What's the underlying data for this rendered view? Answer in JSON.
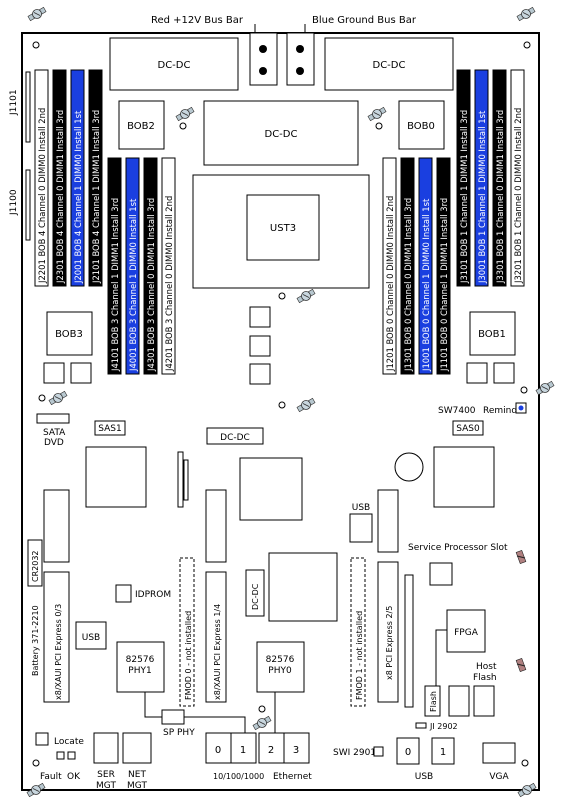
{
  "top": {
    "red_bus_bar": "Red +12V Bus Bar",
    "blue_bus_bar": "Blue Ground Bus Bar"
  },
  "dcdc": "DC-DC",
  "bobs": {
    "bob0": "BOB0",
    "bob1": "BOB1",
    "bob2": "BOB2",
    "bob3": "BOB3"
  },
  "cpu": "UST3",
  "jumpers_left": {
    "j1101": "J1101",
    "j1100": "J1100"
  },
  "dimm_left_outer": [
    {
      "id": "J2201",
      "text": "BOB 4   Channel 0   DIMM0 Install 2nd",
      "style": "white"
    },
    {
      "id": "J2301",
      "text": "BOB 4   Channel 0   DIMM1 Install 3rd",
      "style": "black"
    },
    {
      "id": "J2001",
      "text": "BOB 4   Channel 1   DIMM0 Install 1st",
      "style": "blue"
    },
    {
      "id": "J2101",
      "text": "BOB 4   Channel 1   DIMM1 Install 3rd",
      "style": "black"
    }
  ],
  "dimm_left_inner": [
    {
      "id": "J4101",
      "text": "BOB 3   Channel 1   DIMM1 Install 3rd",
      "style": "black"
    },
    {
      "id": "J4001",
      "text": "BOB 3   Channel 1   DIMM0 Install 1st",
      "style": "blue"
    },
    {
      "id": "J4301",
      "text": "BOB 3   Channel 0   DIMM1 Install 3rd",
      "style": "black"
    },
    {
      "id": "J4201",
      "text": "BOB 3   Channel 0   DIMM0 Install 2nd",
      "style": "white"
    }
  ],
  "dimm_right_inner": [
    {
      "id": "J1201",
      "text": "BOB 0   Channel 0   DIMM0 Install 2nd",
      "style": "white"
    },
    {
      "id": "J1301",
      "text": "BOB 0   Channel 0   DIMM1 Install 3rd",
      "style": "black"
    },
    {
      "id": "J1001",
      "text": "BOB 0   Channel 1   DIMM0 Install 1st",
      "style": "blue"
    },
    {
      "id": "J1101",
      "text": "BOB 0   Channel 1   DIMM1 Install 3rd",
      "style": "black"
    }
  ],
  "dimm_right_outer": [
    {
      "id": "J3101",
      "text": "BOB 1   Channel 1   DIMM1 Install 3rd",
      "style": "black"
    },
    {
      "id": "J3001",
      "text": "BOB 1   Channel 1   DIMM0 Install 1st",
      "style": "blue"
    },
    {
      "id": "J3301",
      "text": "BOB 1   Channel 0   DIMM1 Install 3rd",
      "style": "black"
    },
    {
      "id": "J3201",
      "text": "BOB 1   Channel 0   DIMM0 Install 2nd",
      "style": "white"
    }
  ],
  "labels": {
    "sw7400": "SW7400",
    "remind": "Remind",
    "sata_dvd_1": "SATA",
    "sata_dvd_2": "DVD",
    "sas1": "SAS1",
    "sas0": "SAS0",
    "usb": "USB",
    "cr2032": "CR2032",
    "battery": "Battery   371-2210",
    "idprom": "IDPROM",
    "pci_left": "x8/XAUI PCI Express 0/3",
    "pci_mid": "x8/XAUI PCI Express 1/4",
    "pci_right": "x8 PCI Express 2/5",
    "fmod0": "FMOD 0 - not installed",
    "fmod1": "FMOD 1 - not installed",
    "service_slot": "Service Processor Slot",
    "fpga": "FPGA",
    "host_flash_1": "Host",
    "host_flash_2": "Flash",
    "flash": "Flash",
    "phy1_a": "82576",
    "phy1_b": "PHY1",
    "phy0_a": "82576",
    "phy0_b": "PHY0",
    "sp_phy": "SP PHY",
    "ji2902": "JI 2902",
    "sw2901": "SWI 2901",
    "locate": "Locate",
    "fault": "Fault",
    "ok": "OK",
    "ser_mgt_1": "SER",
    "ser_mgt_2": "MGT",
    "net_mgt_1": "NET",
    "net_mgt_2": "MGT",
    "eth_speed": "10/100/1000",
    "ethernet": "Ethernet",
    "usb_bottom": "USB",
    "vga": "VGA",
    "eth0": "0",
    "eth1": "1",
    "eth2": "2",
    "eth3": "3",
    "usb0": "0",
    "usb1": "1"
  },
  "colors": {
    "blue": "#1a3fe0",
    "black": "#000000",
    "white": "#ffffff",
    "screw": "#9ab0bc"
  }
}
